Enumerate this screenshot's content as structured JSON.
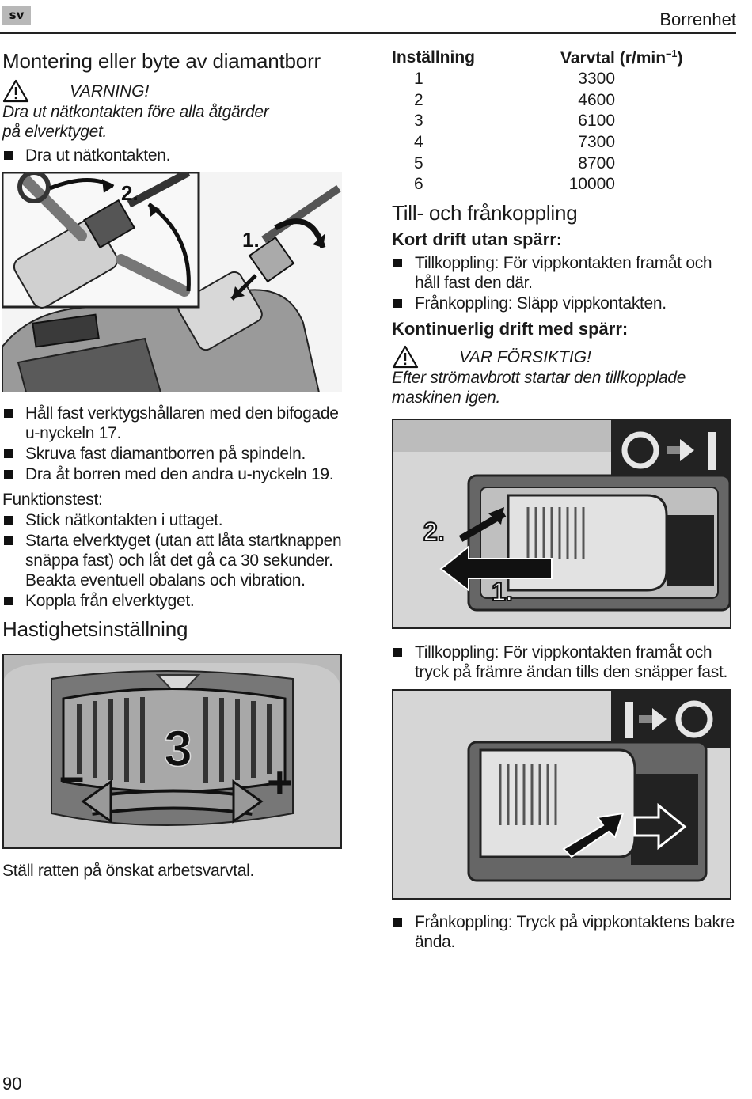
{
  "header": {
    "lang": "sv",
    "title": "Borrenhet"
  },
  "left": {
    "section1_title": "Montering eller byte av diamantborr",
    "warning_label": "VARNING!",
    "warning_text_1": "Dra ut nätkontakten före alla åtgärder",
    "warning_text_2": "på elverktyget.",
    "bullets_a": [
      "Dra ut nätkontakten."
    ],
    "fig1_labels": {
      "step2": "2.",
      "step1": "1."
    },
    "bullets_b": [
      "Håll fast verktygshållaren med den bifogade u-nyckeln 17.",
      "Skruva fast diamantborren på spindeln.",
      "Dra åt borren med den andra u-nyckeln 19."
    ],
    "function_test_label": "Funktionstest:",
    "bullets_c": [
      "Stick nätkontakten i uttaget.",
      "Starta elverktyget (utan att låta startknappen snäppa fast) och låt det gå  ca 30 sekunder. Beakta eventuell obalans och  vibration.",
      "Koppla från elverktyget."
    ],
    "section2_title": "Hastighetsinställning",
    "dial_value": "3",
    "dial_minus": "–",
    "dial_plus": "+",
    "caption": "Ställ ratten på önskat arbetsvarvtal."
  },
  "right": {
    "table": {
      "col1": "Inställning",
      "col2": "Varvtal (r/min",
      "col2_sup": "–1",
      "col2_close": ")",
      "rows": [
        {
          "setting": "1",
          "rpm": "3300"
        },
        {
          "setting": "2",
          "rpm": "4600"
        },
        {
          "setting": "3",
          "rpm": "6100"
        },
        {
          "setting": "4",
          "rpm": "7300"
        },
        {
          "setting": "5",
          "rpm": "8700"
        },
        {
          "setting": "6",
          "rpm": "10000"
        }
      ]
    },
    "section3_title": "Till- och frånkoppling",
    "sub1_title": "Kort drift utan spärr:",
    "bullets_d": [
      "Tillkoppling: För vippkontakten framåt och håll fast den där.",
      "Frånkoppling: Släpp vippkontakten."
    ],
    "sub2_title": "Kontinuerlig drift med spärr:",
    "caution_label": "VAR FÖRSIKTIG!",
    "caution_text_1": "Efter strömavbrott startar den tillkopplade",
    "caution_text_2": "maskinen igen.",
    "fig3_labels": {
      "step2": "2.",
      "step1": "1."
    },
    "bullets_e": [
      "Tillkoppling: För vippkontakten framåt och tryck på främre ändan tills den snäpper fast."
    ],
    "bullets_f": [
      "Frånkoppling: Tryck på vippkontaktens bakre ända."
    ]
  },
  "footer": {
    "page_number": "90"
  }
}
